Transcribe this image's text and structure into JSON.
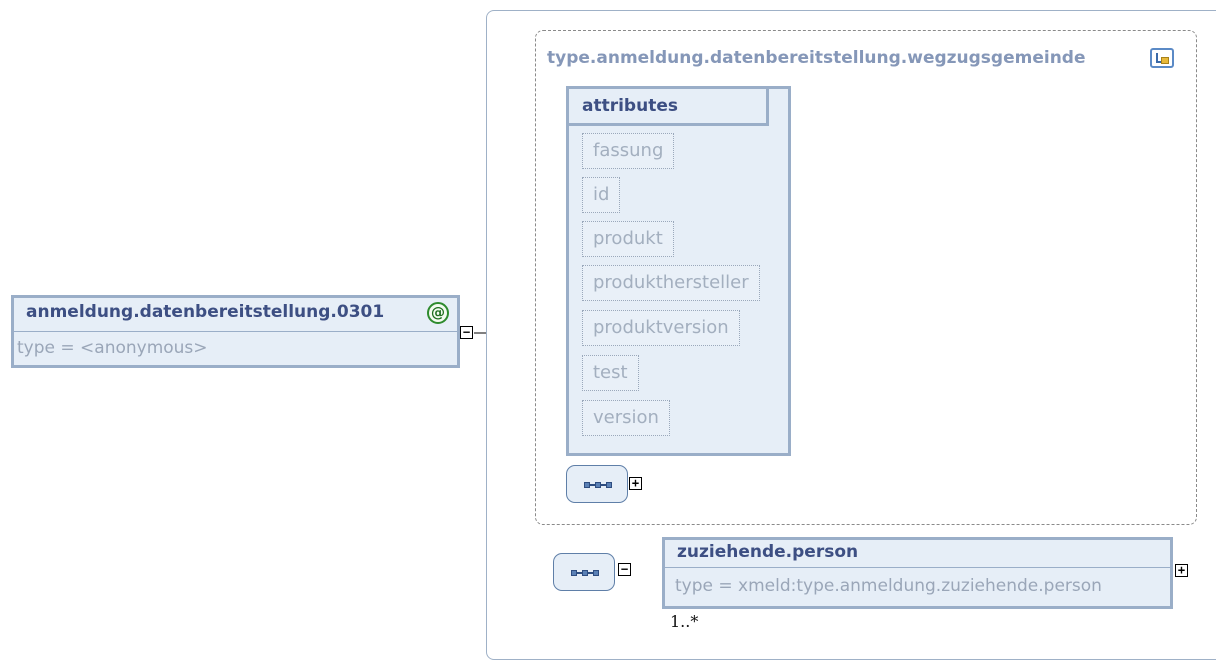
{
  "root_element": {
    "name": "anmeldung.datenbereitstellung.0301",
    "type_line": "type = <anonymous>",
    "annotation_icon": "@",
    "toggle": "−"
  },
  "complex_type": {
    "name": "type.anmeldung.datenbereitstellung.wegzugsgemeinde",
    "icon": "complex-type-icon"
  },
  "attributes": {
    "header": "attributes",
    "items": [
      "fassung",
      "id",
      "produkt",
      "produkthersteller",
      "produktversion",
      "test",
      "version"
    ]
  },
  "sequence_1": {
    "icon": "sequence-icon",
    "toggle": "+"
  },
  "sequence_2": {
    "icon": "sequence-icon",
    "toggle": "−"
  },
  "child_element": {
    "name": "zuziehende.person",
    "type_line": "type = xmeld:type.anmeldung.zuziehende.person",
    "toggle": "+",
    "cardinality": "1..*"
  },
  "colors": {
    "box_fill": "#e6eef7",
    "box_border": "#9aaec8",
    "title_text": "#3d4f83",
    "muted_text": "#9aa6b8"
  }
}
